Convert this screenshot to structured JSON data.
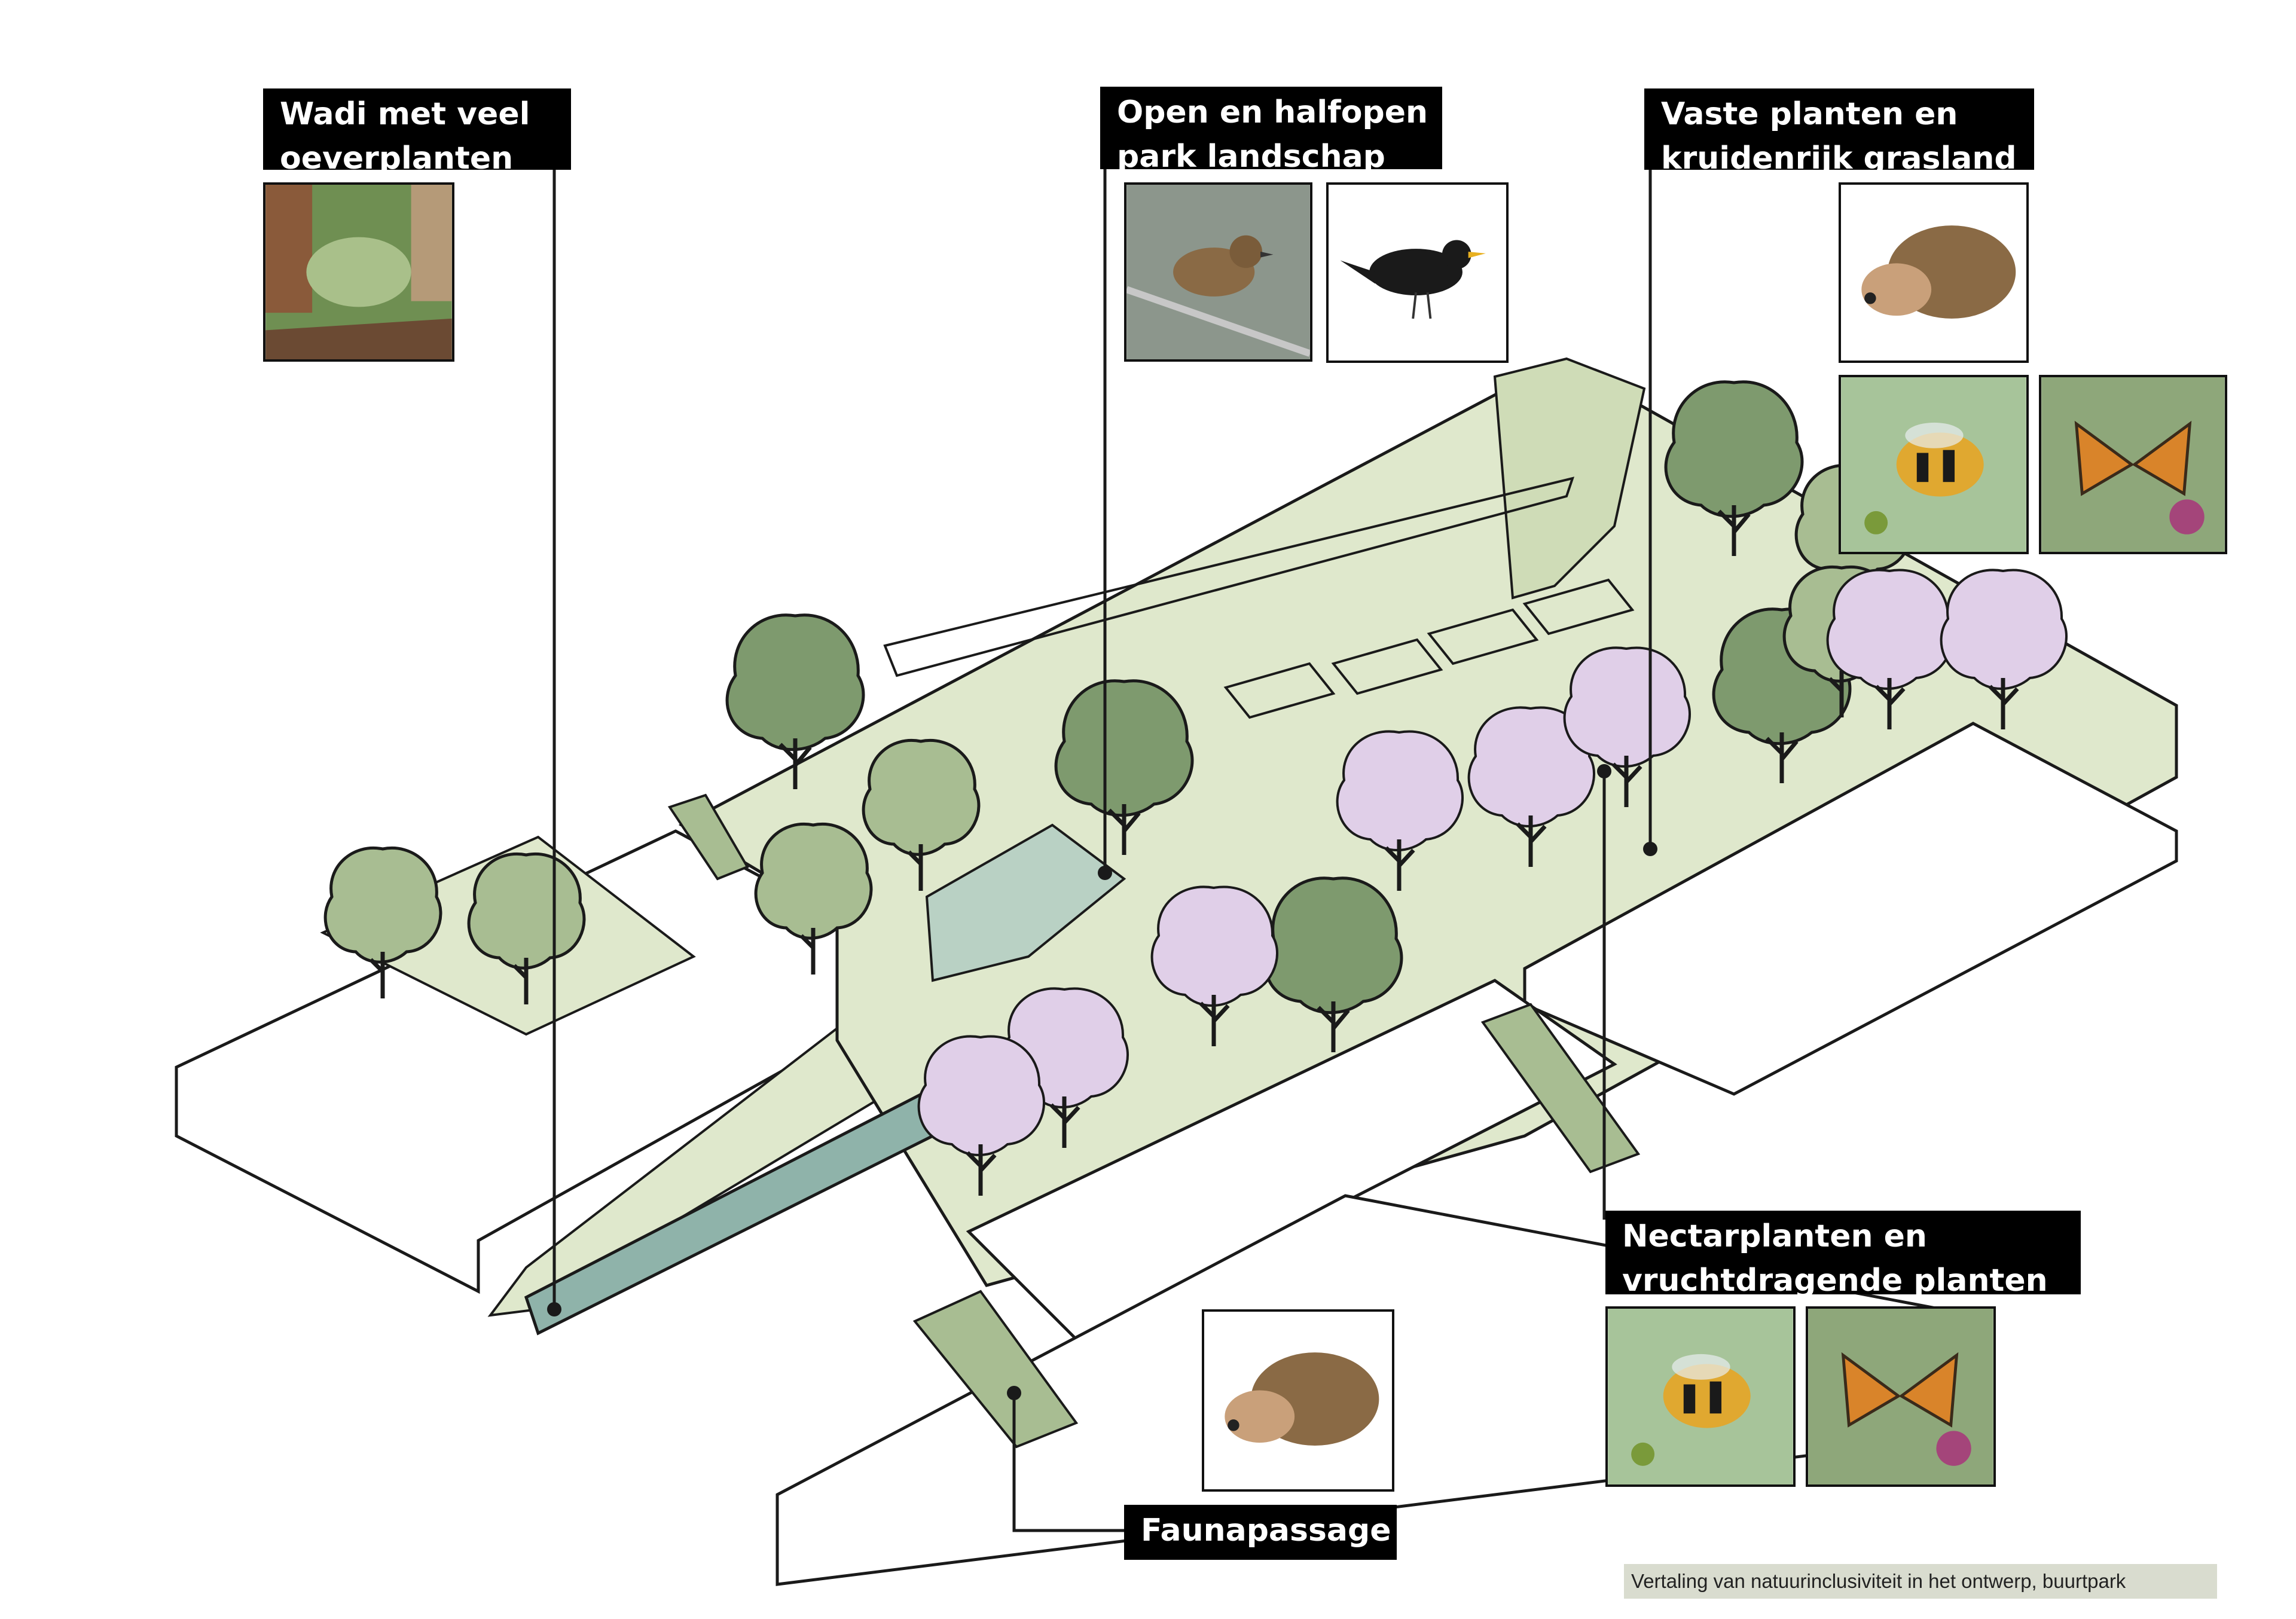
{
  "labels": {
    "wadi": [
      "Wadi met veel",
      "oeverplanten"
    ],
    "park": [
      "Open en halfopen",
      "park landschap"
    ],
    "vaste": [
      "Vaste planten en",
      "kruidenrijk grasland"
    ],
    "nectar": [
      "Nectarplanten en",
      "vruchtdragende planten"
    ],
    "fauna": [
      "Faunapassage"
    ]
  },
  "caption": "Vertaling van natuurinclusiviteit  in het ontwerp, buurtpark",
  "photos": {
    "wadi": "wadi-photo",
    "sparrow": "sparrow-photo",
    "blackbird": "blackbird-photo",
    "hedgehog": "hedgehog-photo",
    "bumblebee": "bumblebee-photo",
    "butterfly": "butterfly-photo"
  },
  "colors": {
    "grass_light": "#dfe8cc",
    "tree_dark": "#7e9a6e",
    "tree_mid": "#a8bd92",
    "blossom": "#e0cfe8",
    "water": "#8fb3aa",
    "label_bg": "#000000",
    "caption_bg": "#d9dccf"
  }
}
